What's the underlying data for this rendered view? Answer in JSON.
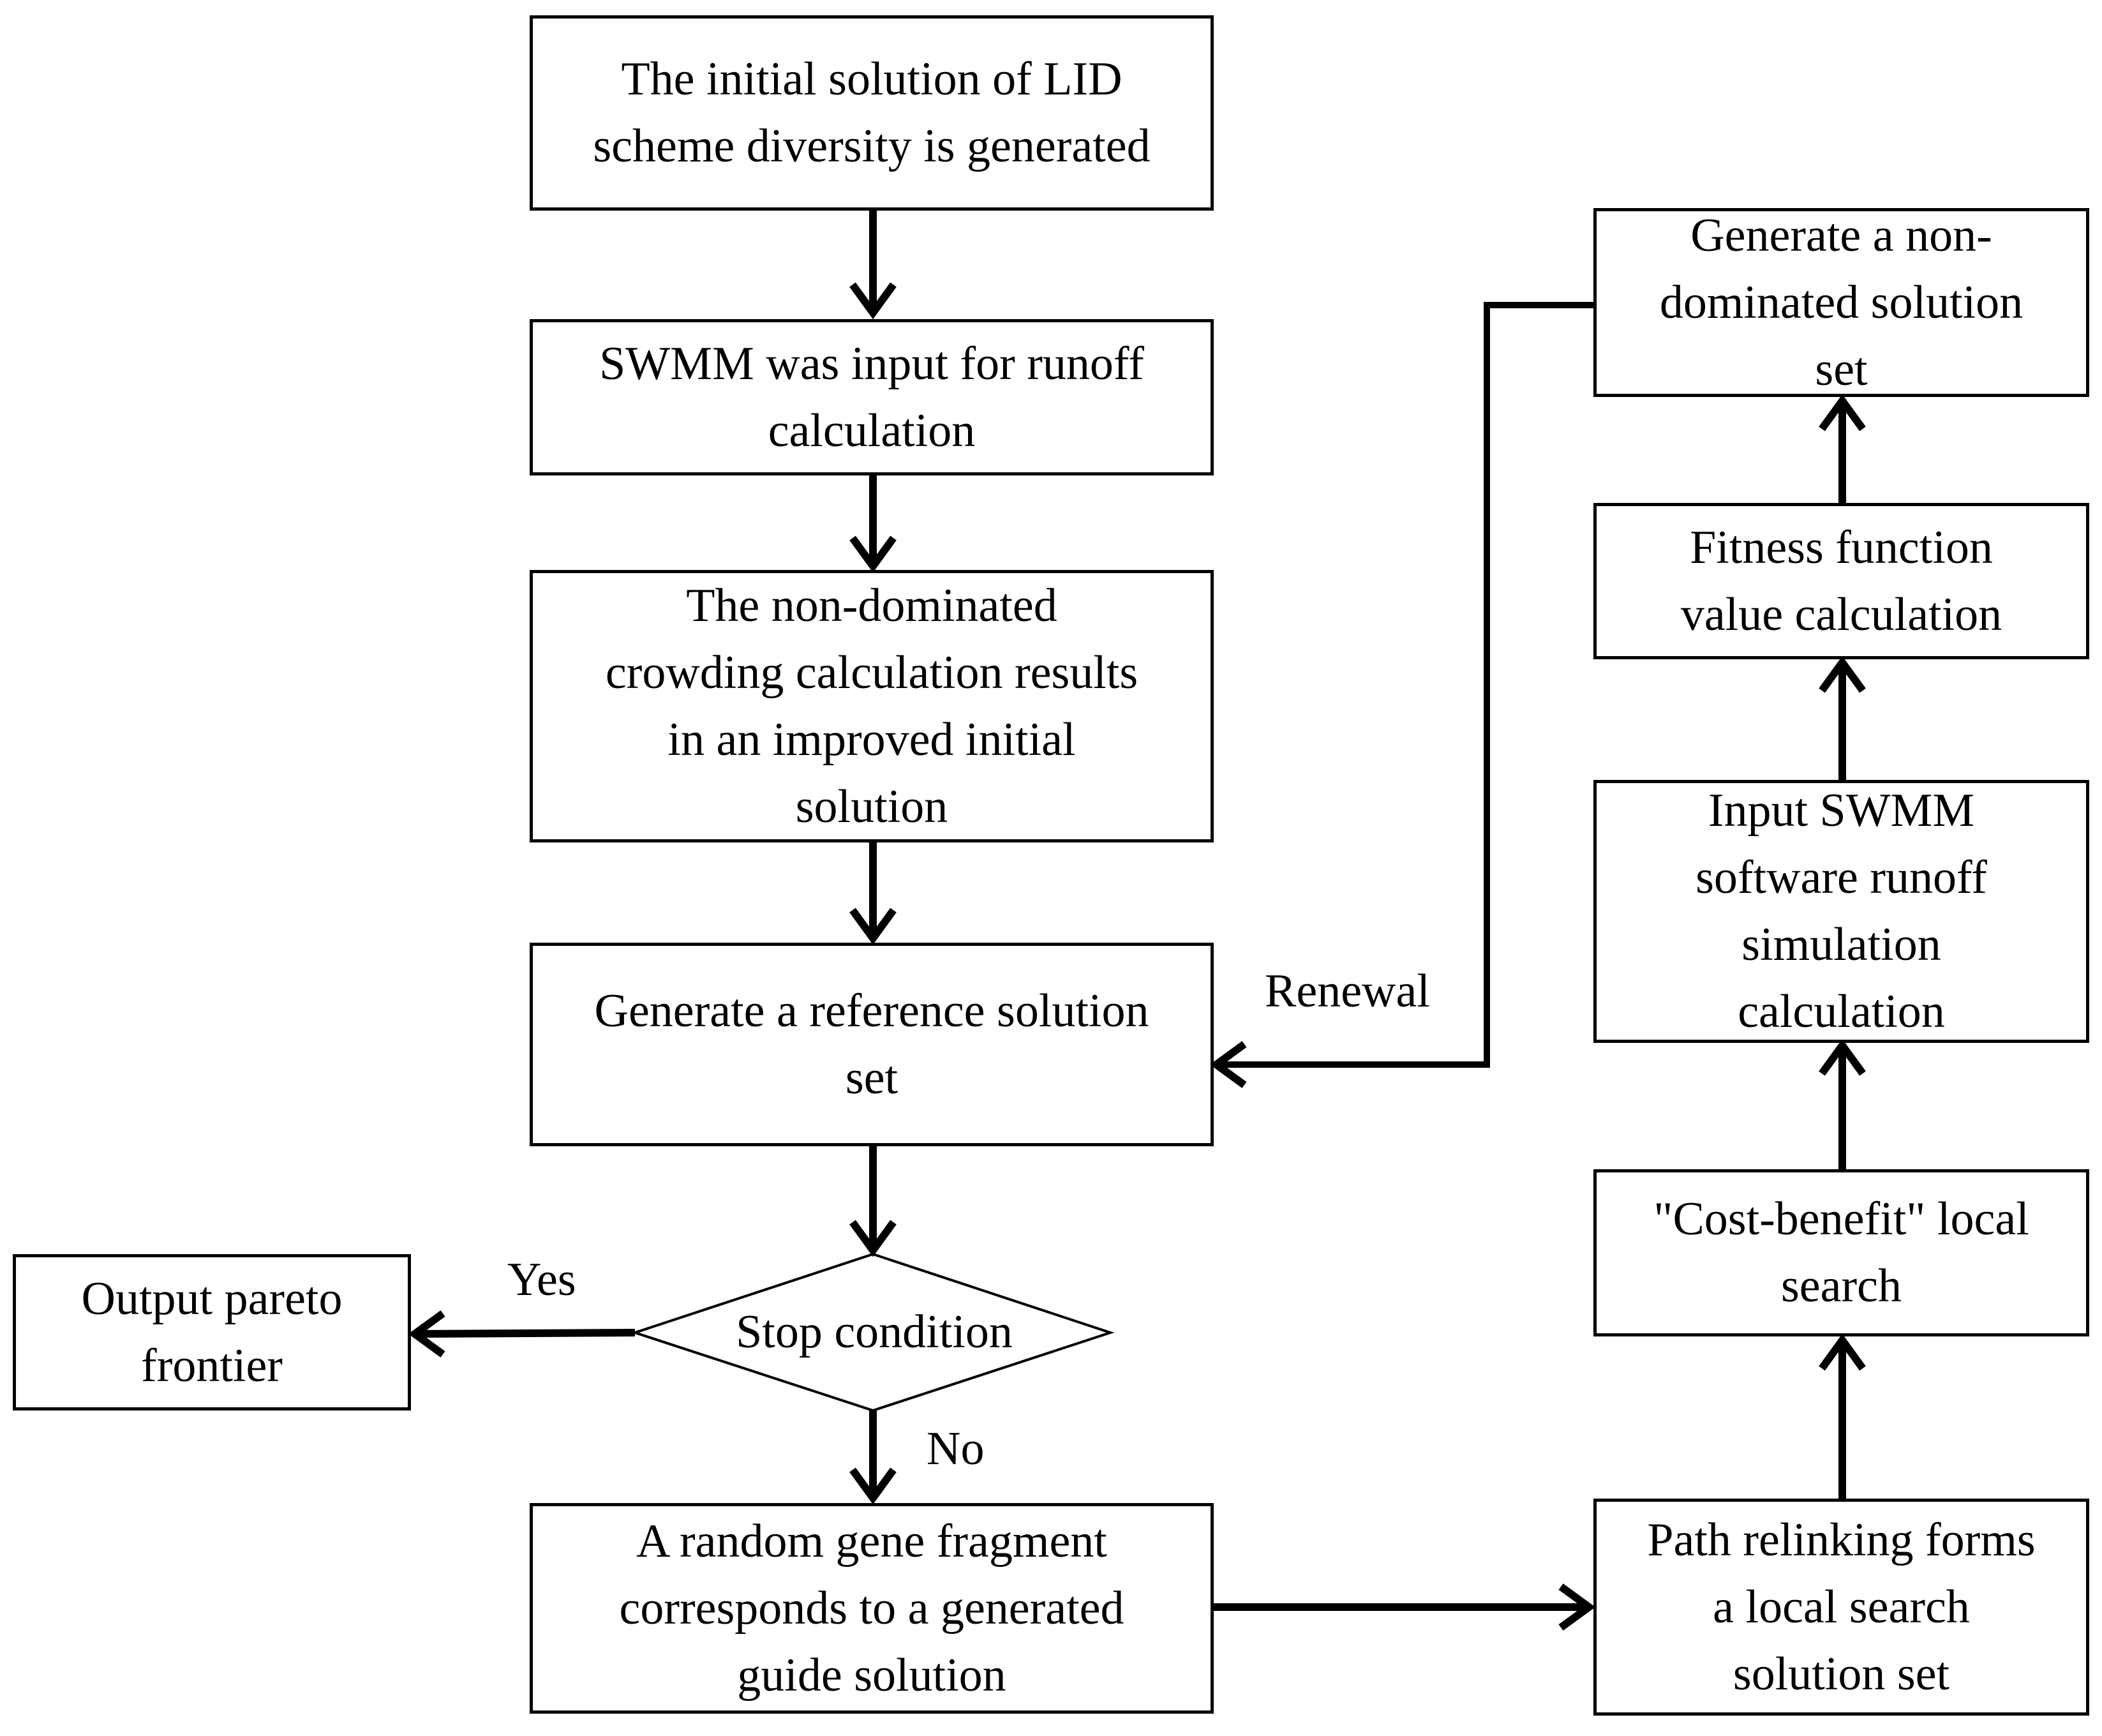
{
  "nodes": {
    "initial_solution": [
      "The initial solution of LID",
      "scheme diversity is generated"
    ],
    "swmm_input": [
      "SWMM was input for runoff",
      "calculation"
    ],
    "non_dominated_crowding": [
      "The non-dominated",
      "crowding calculation results",
      "in an improved initial",
      "solution"
    ],
    "reference_set": [
      "Generate a reference solution",
      "set"
    ],
    "stop_condition": "Stop condition",
    "output_pareto": [
      "Output pareto",
      "frontier"
    ],
    "random_gene": [
      "A random gene fragment",
      "corresponds to a generated",
      "guide solution"
    ],
    "path_relinking": [
      "Path relinking forms",
      "a local search",
      "solution set"
    ],
    "cost_benefit": [
      "\"Cost-benefit\" local",
      "search"
    ],
    "input_swmm_software": [
      "Input SWMM",
      "software runoff",
      "simulation",
      "calculation"
    ],
    "fitness_function": [
      "Fitness function",
      "value calculation"
    ],
    "non_dominated_set": [
      "Generate a non-",
      "dominated solution",
      "set"
    ]
  },
  "edge_labels": {
    "yes": "Yes",
    "no": "No",
    "renewal": "Renewal"
  },
  "edges": [
    {
      "from": "initial_solution",
      "to": "swmm_input"
    },
    {
      "from": "swmm_input",
      "to": "non_dominated_crowding"
    },
    {
      "from": "non_dominated_crowding",
      "to": "reference_set"
    },
    {
      "from": "reference_set",
      "to": "stop_condition"
    },
    {
      "from": "stop_condition",
      "to": "output_pareto",
      "label": "Yes"
    },
    {
      "from": "stop_condition",
      "to": "random_gene",
      "label": "No"
    },
    {
      "from": "random_gene",
      "to": "path_relinking"
    },
    {
      "from": "path_relinking",
      "to": "cost_benefit"
    },
    {
      "from": "cost_benefit",
      "to": "input_swmm_software"
    },
    {
      "from": "input_swmm_software",
      "to": "fitness_function"
    },
    {
      "from": "fitness_function",
      "to": "non_dominated_set"
    },
    {
      "from": "non_dominated_set",
      "to": "reference_set",
      "label": "Renewal"
    }
  ]
}
